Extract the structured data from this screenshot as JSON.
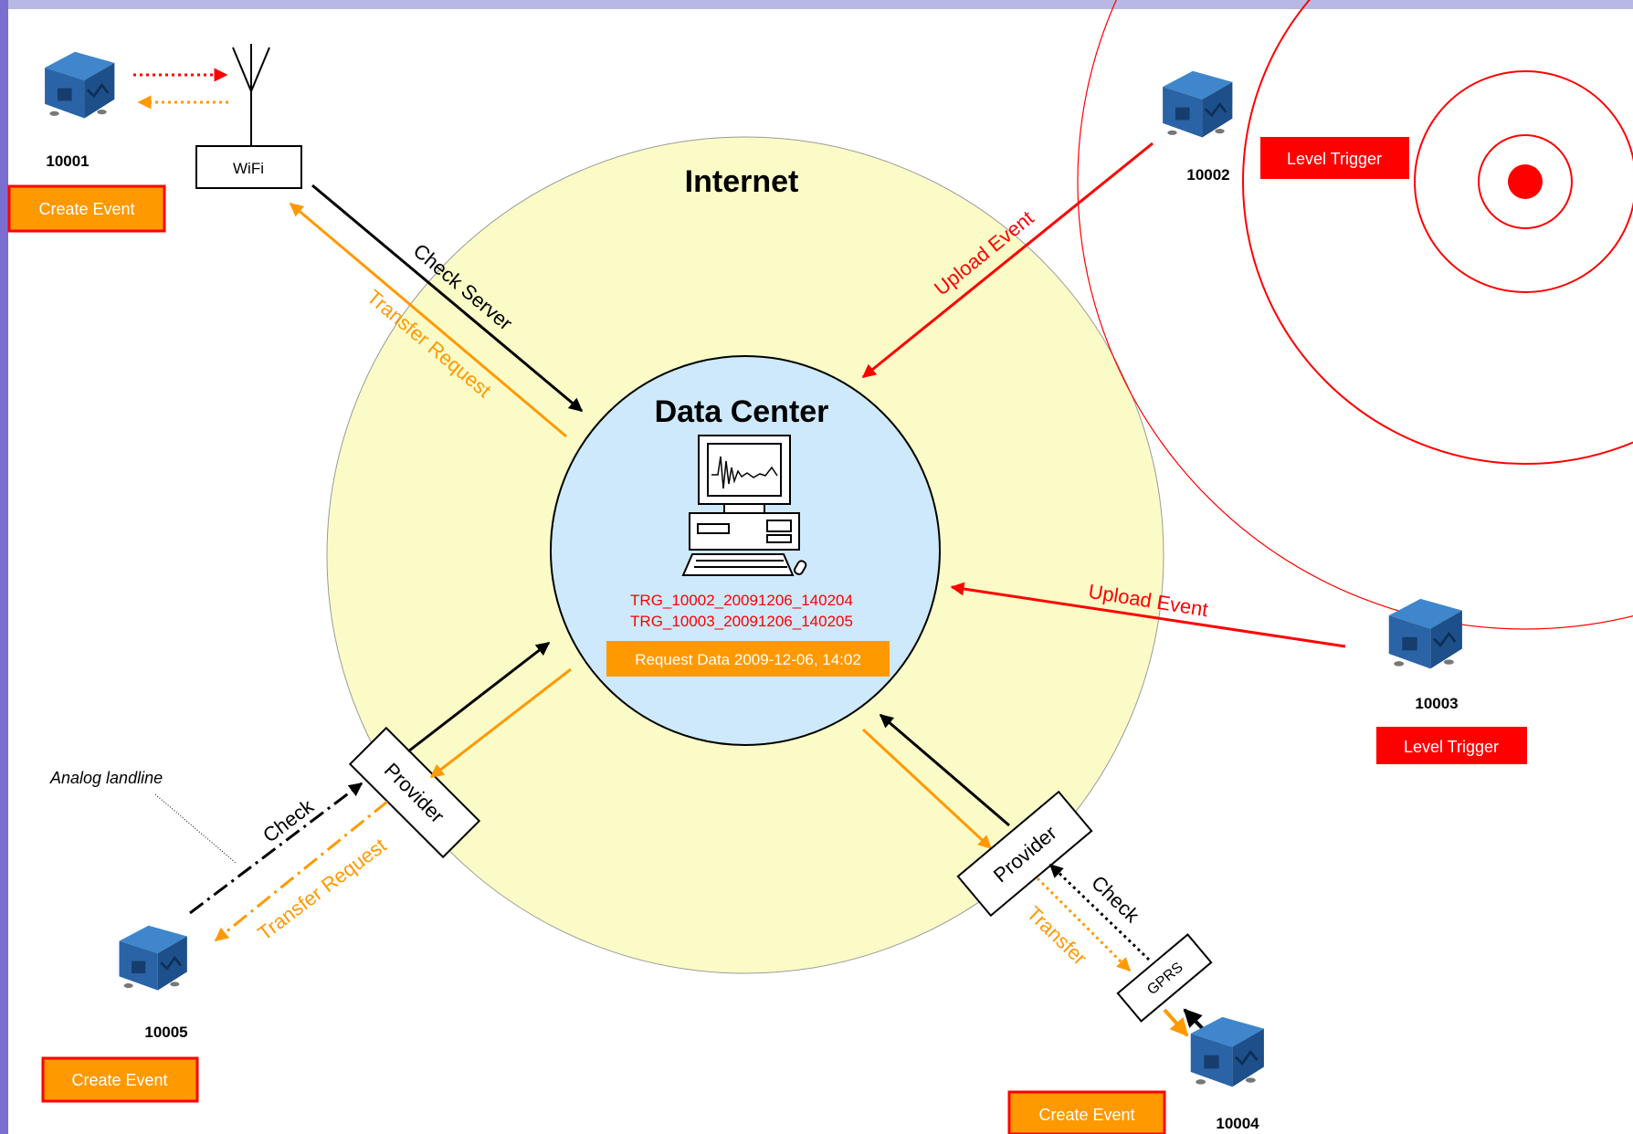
{
  "network": {
    "internet_label": "Internet",
    "data_center_label": "Data Center"
  },
  "data_center": {
    "event_files": [
      "TRG_10002_20091206_140204",
      "TRG_10003_20091206_140205"
    ],
    "request_data_label": "Request Data 2009-12-06, 14:02"
  },
  "stations": {
    "s10001": {
      "id": "10001",
      "action": "Create Event"
    },
    "s10002": {
      "id": "10002",
      "action": "Level Trigger"
    },
    "s10003": {
      "id": "10003",
      "action": "Level Trigger"
    },
    "s10004": {
      "id": "10004",
      "action": "Create Event"
    },
    "s10005": {
      "id": "10005",
      "action": "Create Event"
    }
  },
  "links": {
    "wifi_label": "WiFi",
    "gprs_label": "GPRS",
    "provider_label": "Provider",
    "analog_landline_label": "Analog landline"
  },
  "flows": {
    "check_server": "Check Server",
    "transfer_request": "Transfer Request",
    "upload_event": "Upload Event",
    "check": "Check",
    "transfer": "Transfer"
  },
  "colors": {
    "internet_fill": "#fbfbc7",
    "datacenter_fill": "#cde9fb",
    "orange": "#ff9900",
    "red": "#ff0000",
    "black": "#000000",
    "station_blue": "#2f6fb3"
  }
}
